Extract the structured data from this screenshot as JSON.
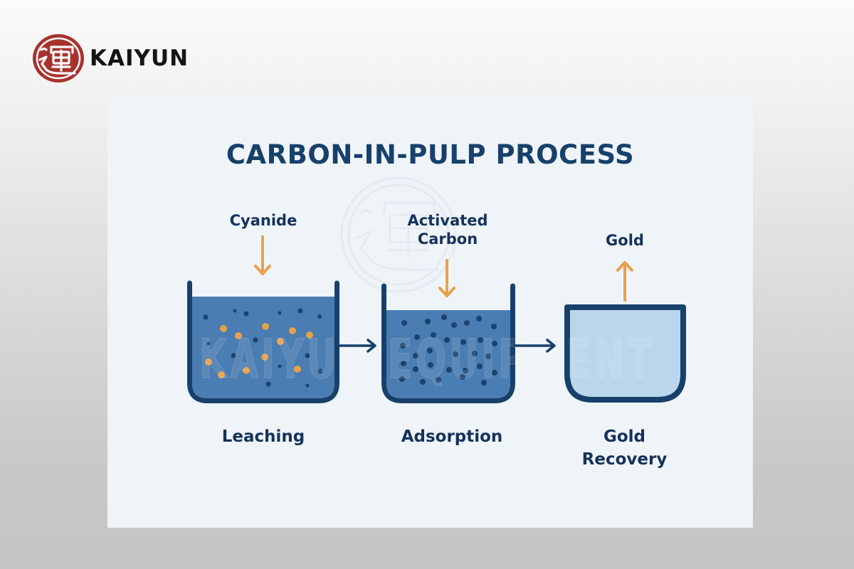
{
  "brand": {
    "name": "KAIYUN",
    "logo_icon": "kaiyun-seal-logo-icon",
    "watermark_text": "KAIYUN EQUIPMENT"
  },
  "diagram": {
    "title": "CARBON-IN-PULP PROCESS",
    "inputs": [
      {
        "label": "Cyanide",
        "direction": "down",
        "icon": "arrow-down-icon"
      },
      {
        "label_line1": "Activated",
        "label_line2": "Carbon",
        "direction": "down",
        "icon": "arrow-down-icon"
      },
      {
        "label": "Gold",
        "direction": "up",
        "icon": "arrow-up-icon"
      }
    ],
    "stages": [
      {
        "label": "Leaching",
        "vessel": "tank-with-pulp-and-gold-particles"
      },
      {
        "label": "Adsorption",
        "vessel": "tank-with-pulp-and-carbon-particles"
      },
      {
        "label_line1": "Gold",
        "label_line2": "Recovery",
        "vessel": "recovery-vessel"
      }
    ],
    "flow": [
      "Leaching",
      "Adsorption",
      "Gold Recovery"
    ]
  },
  "colors": {
    "brand_red": "#a8322e",
    "title_navy": "#17406b",
    "text_navy": "#16325a",
    "tank_stroke": "#17406b",
    "pulp_blue": "#4a7db1",
    "recovery_fill": "#bad6ec",
    "gold_orange": "#e8a04c",
    "particle_dark": "#1b4370",
    "card_bg": "#eff4f9"
  }
}
